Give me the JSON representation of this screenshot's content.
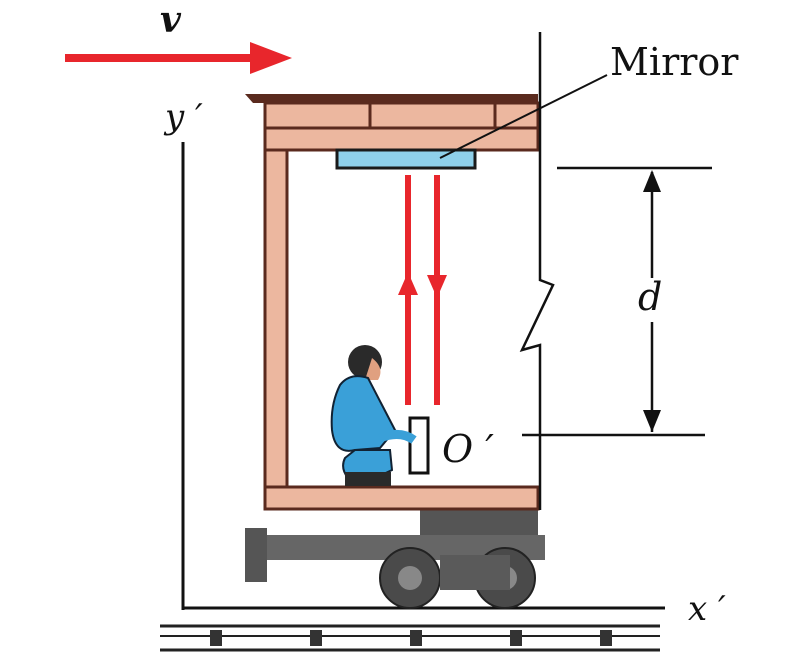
{
  "labels": {
    "velocity": "v",
    "y_axis": "y ′",
    "x_axis": "x ′",
    "mirror": "Mirror",
    "distance": "d",
    "origin": "O ′"
  },
  "colors": {
    "ray": "#e8262c",
    "wall_fill": "#ecb79f",
    "wall_stroke": "#5a2a1e",
    "mirror_fill": "#8fd0ea",
    "person_shirt": "#3aa0d8",
    "undercarriage": "#555555",
    "axis": "#111111"
  },
  "icons": {
    "person": "crouching-observer-icon",
    "lamp": "light-source-icon"
  }
}
